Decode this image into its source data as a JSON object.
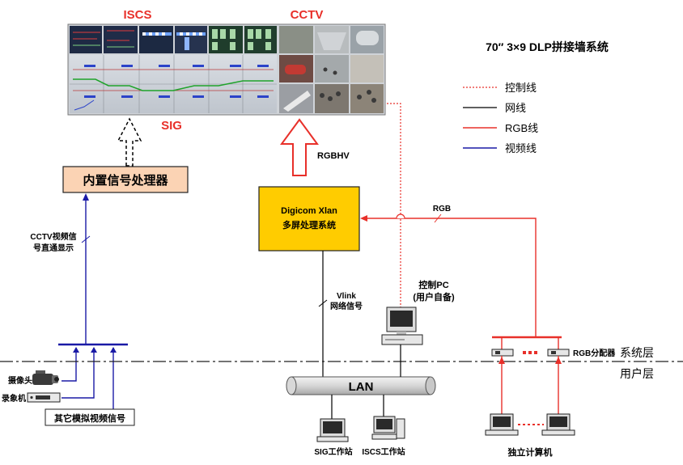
{
  "wall": {
    "title": "70″ 3×9 DLP拼接墙系统",
    "label_iscs": "ISCS",
    "label_cctv": "CCTV",
    "label_sig": "SIG"
  },
  "legend": {
    "items": [
      {
        "label": "控制线",
        "color": "#e8302a",
        "style": "dotted"
      },
      {
        "label": "网线",
        "color": "#000000",
        "style": "solid"
      },
      {
        "label": "RGB线",
        "color": "#e8302a",
        "style": "solid"
      },
      {
        "label": "视频线",
        "color": "#1a1aa6",
        "style": "solid"
      }
    ]
  },
  "nodes": {
    "processor": "内置信号处理器",
    "xlan_line1": "Digicom Xlan",
    "xlan_line2": "多屏处理系统",
    "lan": "LAN",
    "control_pc_line1": "控制PC",
    "control_pc_line2": "(用户自备)",
    "sig_station": "SIG工作站",
    "iscs_station": "ISCS工作站",
    "rgb_distributor": "RGB分配器",
    "standalone_pc": "独立计算机",
    "camera": "摄像头",
    "recorder": "录象机",
    "other_video": "其它模拟视频信号"
  },
  "edges": {
    "rgbhv": "RGBHV",
    "rgb": "RGB",
    "cctv_direct_line1": "CCTV视频信",
    "cctv_direct_line2": "号直通显示",
    "vlink_line1": "Vlink",
    "vlink_line2": "网络信号"
  },
  "layers": {
    "system": "系统层",
    "user": "用户层"
  },
  "colors": {
    "red": "#e8302a",
    "blue": "#1a1aa6",
    "processor_fill": "#fbd3b4",
    "xlan_fill": "#ffcc00"
  }
}
